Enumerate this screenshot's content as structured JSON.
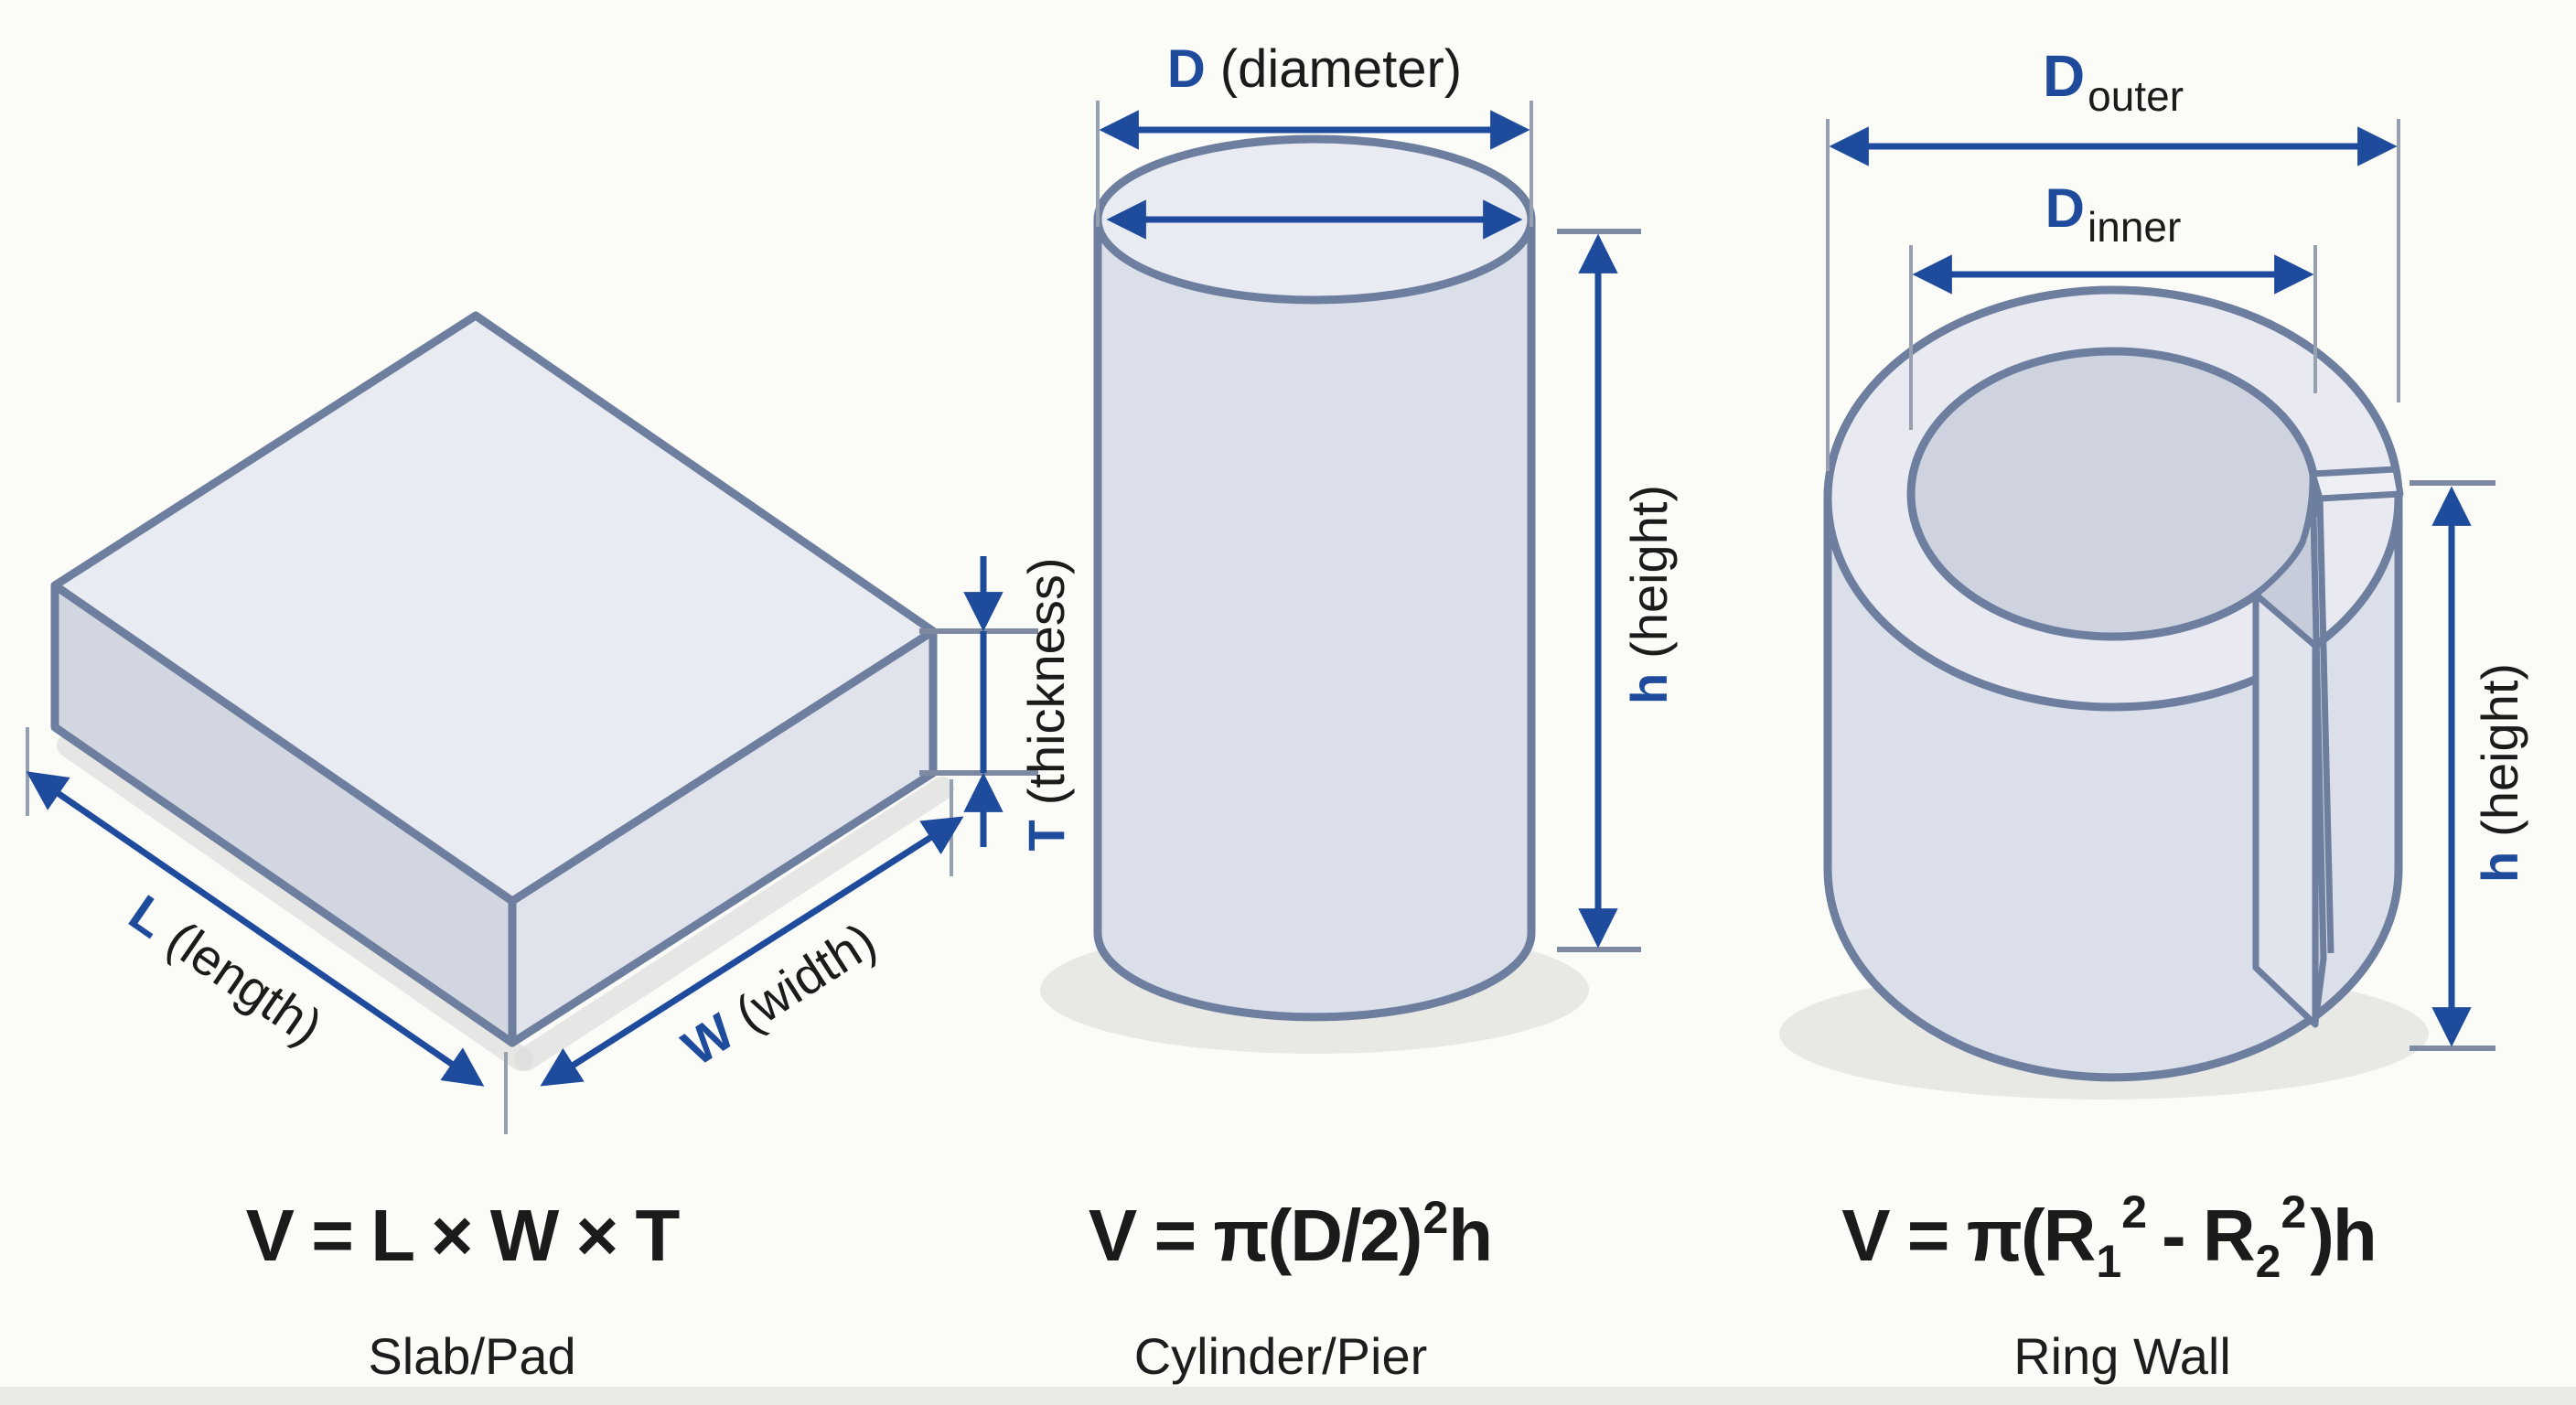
{
  "colors": {
    "accent_blue": "#1e4b9c",
    "text_black": "#1b1b1b",
    "shape_outline": "#6d7e9e",
    "face_light": "#e9ebf2",
    "face_mid": "#dbdfe9",
    "background": "#fbfbf8"
  },
  "slab": {
    "length_var": "L",
    "length_label": "(length)",
    "width_var": "W",
    "width_label": "(width)",
    "thickness_var": "T",
    "thickness_label": "(thickness)",
    "formula": "V = L × W × T",
    "caption": "Slab/Pad"
  },
  "cylinder": {
    "diameter_var": "D",
    "diameter_label": "(diameter)",
    "height_var": "h",
    "height_label": "(height)",
    "formula_base": "V = π(D/2)",
    "formula_exponent": "2",
    "formula_tail": "h",
    "caption": "Cylinder/Pier"
  },
  "ring": {
    "outer_var": "D",
    "outer_sub": "outer",
    "inner_var": "D",
    "inner_sub": "inner",
    "height_var": "h",
    "height_label": "(height)",
    "formula_p1": "V = π(R",
    "sub1": "1",
    "sup1": "2",
    "formula_p2": "- R",
    "sub2": "2",
    "sup2": "2",
    "formula_p3": ")h",
    "caption": "Ring Wall"
  }
}
